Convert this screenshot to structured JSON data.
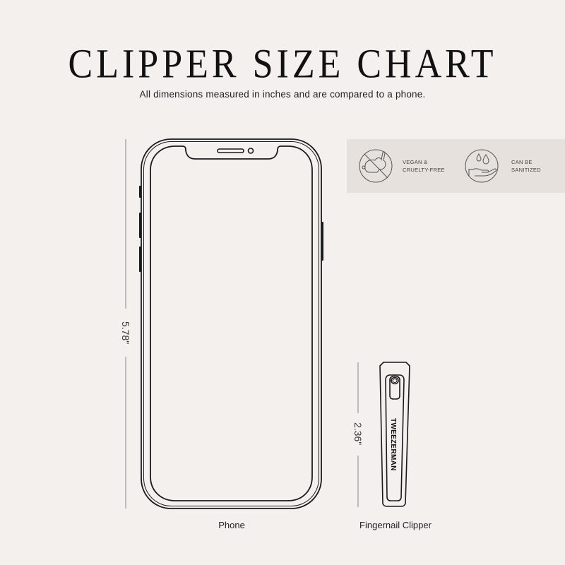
{
  "header": {
    "title": "CLIPPER SIZE CHART",
    "subtitle": "All dimensions measured in inches and are compared to a phone."
  },
  "badges": [
    {
      "icon": "no-animal-testing-icon",
      "line1": "VEGAN &",
      "line2": "CRUELTY-FREE"
    },
    {
      "icon": "water-hand-icon",
      "line1": "CAN BE",
      "line2": "SANITIZED"
    }
  ],
  "items": [
    {
      "name": "Phone",
      "height_label": "5.78\"",
      "height_in": 5.78
    },
    {
      "name": "Fingernail Clipper",
      "height_label": "2.36\"",
      "height_in": 2.36,
      "brand": "TWEEZERMAN"
    }
  ],
  "colors": {
    "background": "#f3f0ee",
    "badge_bg": "#e6e1dd",
    "line": "#1a1a1a"
  }
}
